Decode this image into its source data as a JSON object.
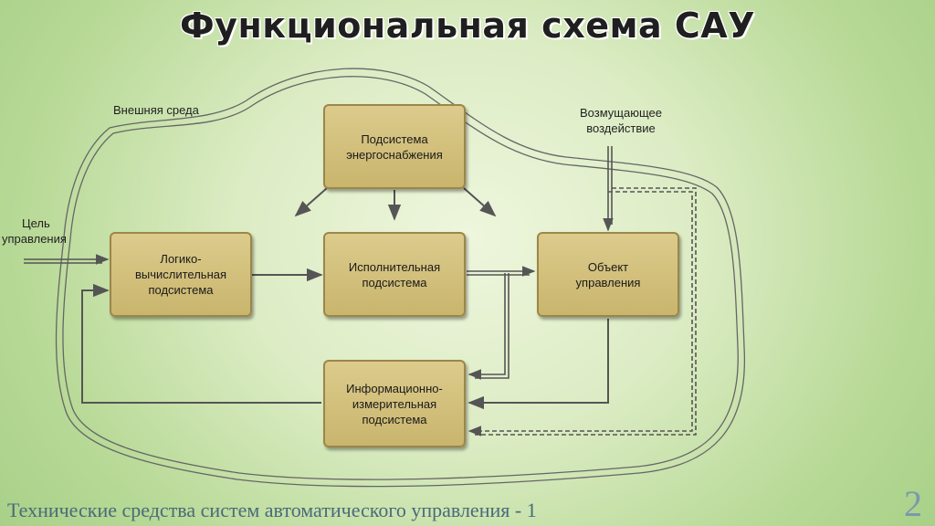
{
  "title": "Функциональная схема САУ",
  "blocks": {
    "energy": "Подсистема энергоснабжения",
    "logic": "Логико-вычислительная подсистема",
    "exec": "Исполнительная подсистема",
    "object": "Объект управления",
    "measure": "Информационно-измерительная подсистема"
  },
  "labels": {
    "environment": "Внешняя среда",
    "disturbance_line1": "Возмущающее",
    "disturbance_line2": "воздействие",
    "goal_line1": "Цель",
    "goal_line2": "управления"
  },
  "footer": {
    "text": "Технические средства систем автоматического управления - 1",
    "page": "2"
  },
  "colors": {
    "block_fill": "#d4c27e",
    "block_border": "#9c8648",
    "line": "#555555",
    "background": "#c8e2a8"
  }
}
